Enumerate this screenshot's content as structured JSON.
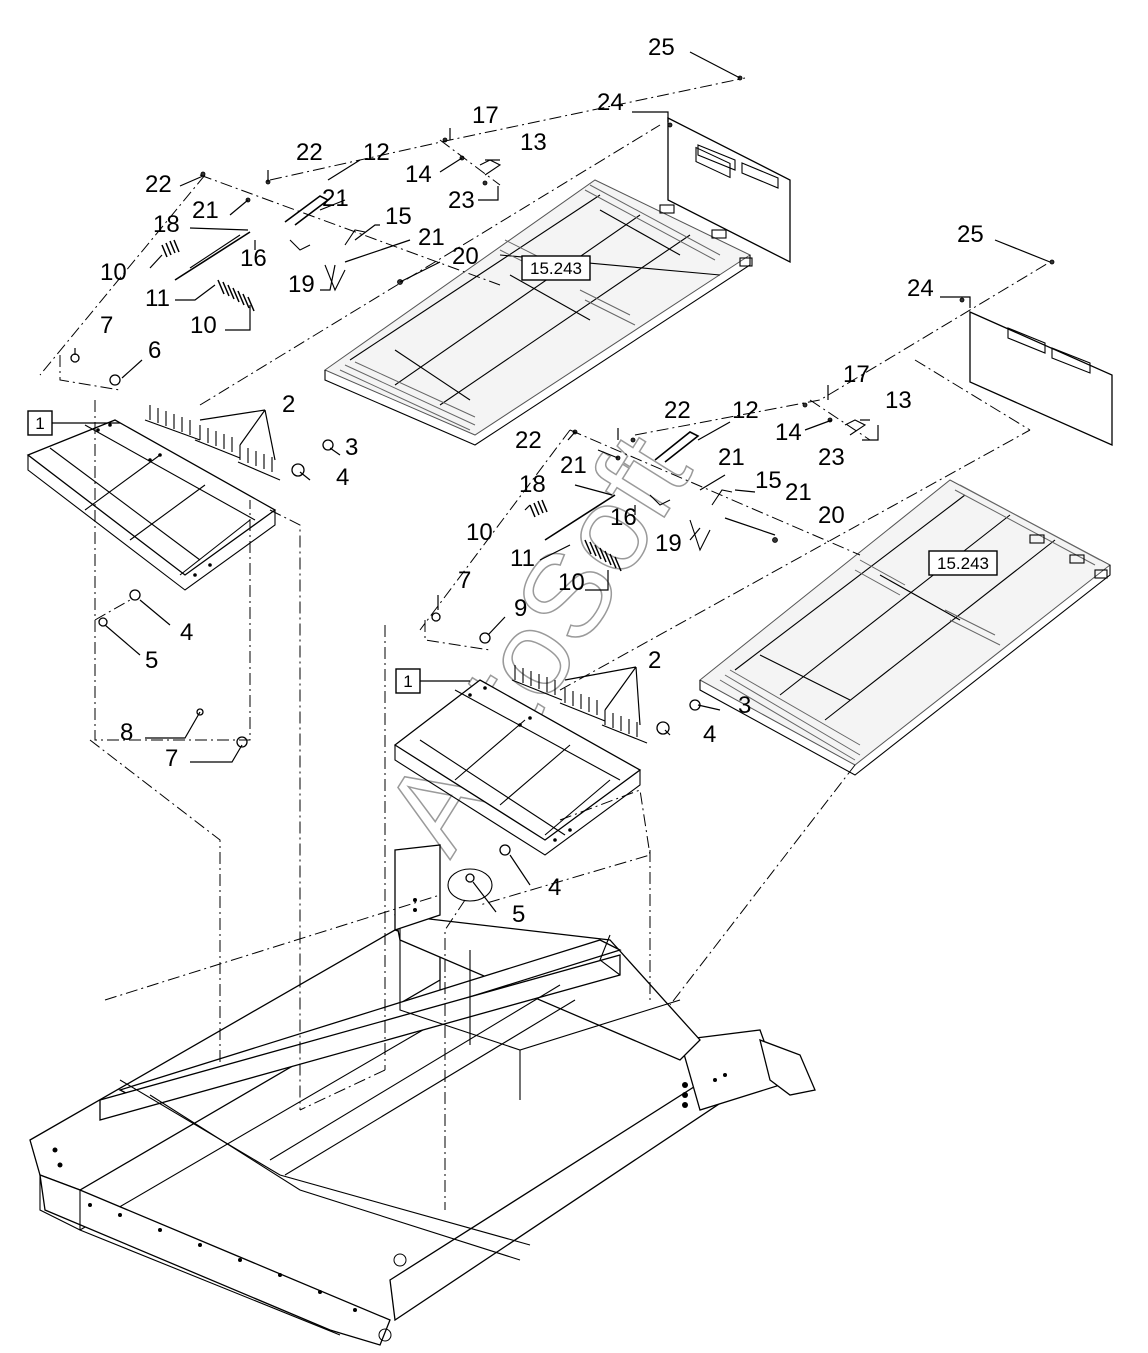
{
  "diagram": {
    "watermark": "AutoSoft",
    "reference_boxes": [
      "15.243",
      "15.243",
      "1",
      "1"
    ],
    "callouts": {
      "upper_left": [
        "25",
        "24",
        "17",
        "13",
        "12",
        "22",
        "22",
        "14",
        "23",
        "21",
        "21",
        "18",
        "15",
        "21",
        "20",
        "16",
        "10",
        "19",
        "11",
        "10",
        "7",
        "6",
        "2",
        "3",
        "4",
        "4",
        "5",
        "8",
        "7"
      ],
      "lower_right": [
        "25",
        "24",
        "17",
        "13",
        "22",
        "12",
        "14",
        "22",
        "21",
        "21",
        "23",
        "15",
        "18",
        "21",
        "16",
        "20",
        "10",
        "19",
        "11",
        "10",
        "7",
        "9",
        "2",
        "3",
        "4",
        "4",
        "5"
      ]
    }
  }
}
